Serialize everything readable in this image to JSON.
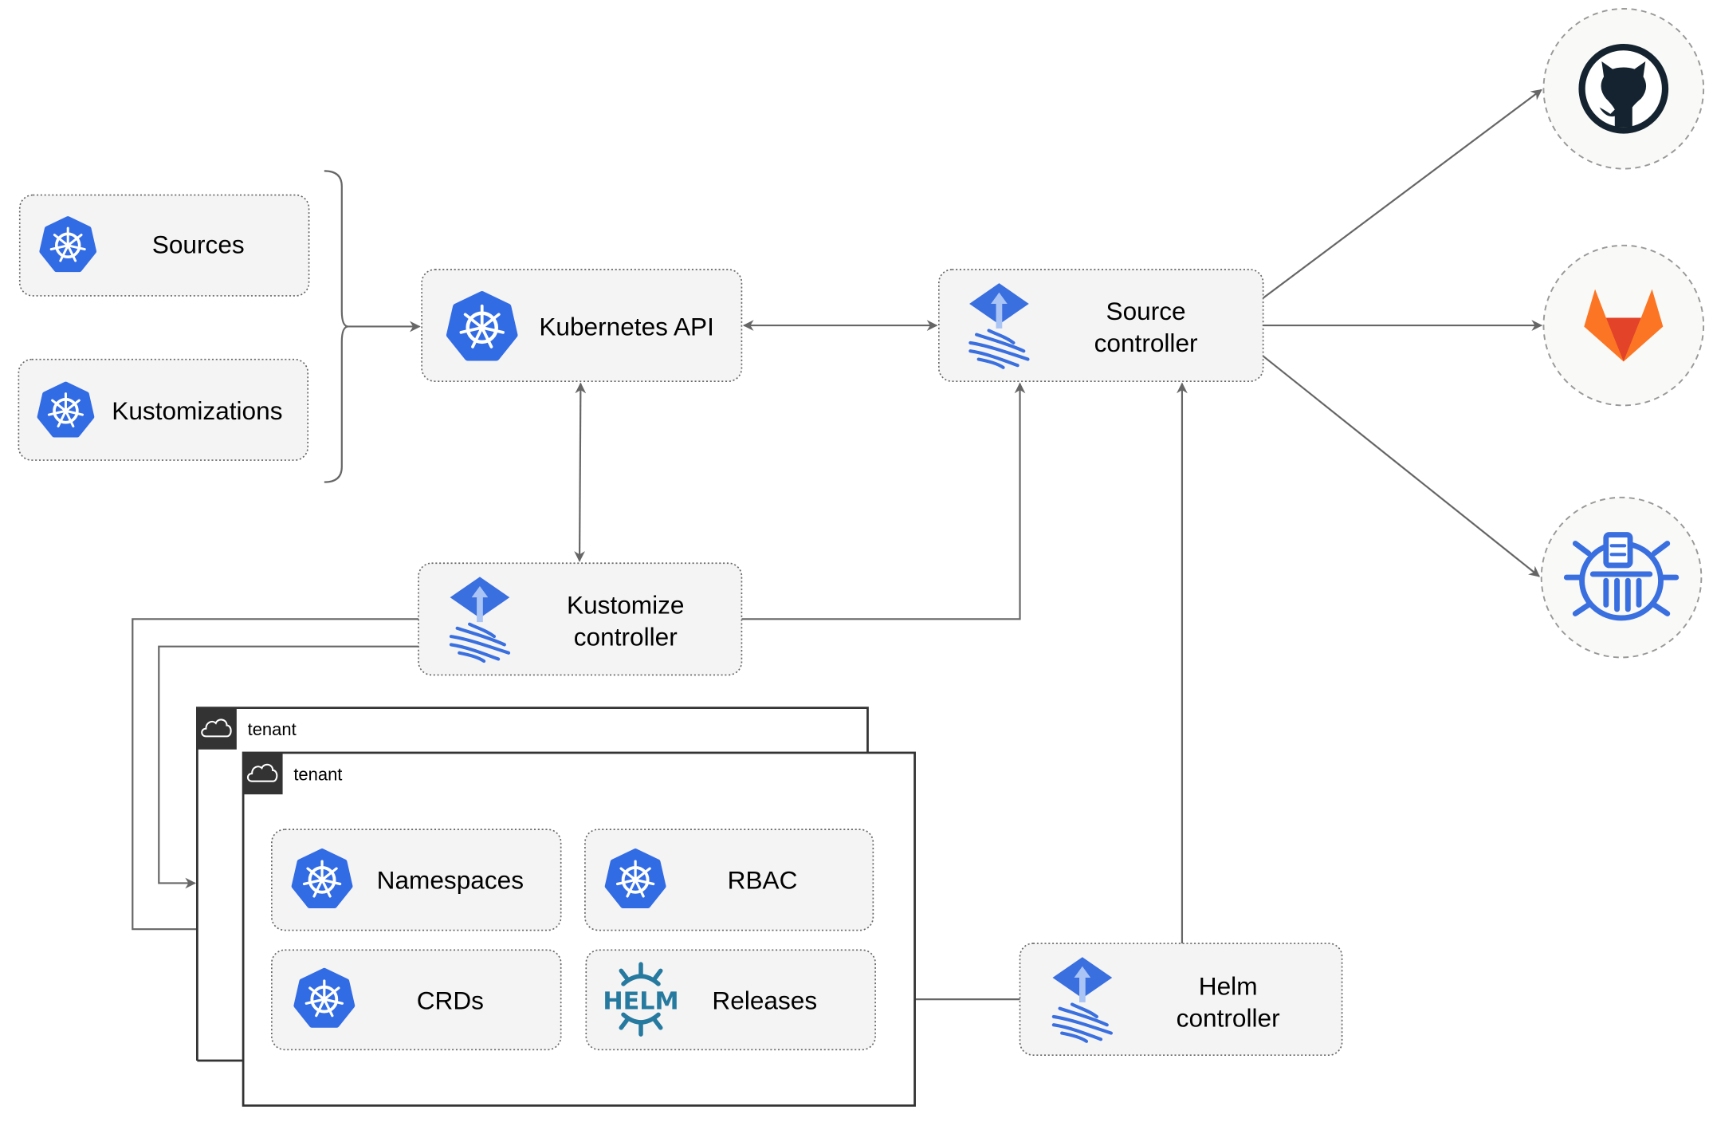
{
  "colors": {
    "kubernetes_blue": "#326ce5",
    "flux_blue": "#3a6fe0",
    "helm_teal": "#277a9f",
    "github_dark": "#14232f",
    "gitlab_orange": "#e24329",
    "gitlab_light": "#fca326",
    "edge_gray": "#666666",
    "box_fill": "#f4f4f4",
    "tenant_header": "#333333"
  },
  "nodes": {
    "sources": {
      "label": "Sources",
      "icon": "kubernetes-icon"
    },
    "kustomizations": {
      "label": "Kustomizations",
      "icon": "kubernetes-icon"
    },
    "kubernetes_api": {
      "label": "Kubernetes API",
      "icon": "kubernetes-icon"
    },
    "source_controller": {
      "line1": "Source",
      "line2": "controller",
      "icon": "flux-icon"
    },
    "kustomize_controller": {
      "line1": "Kustomize",
      "line2": "controller",
      "icon": "flux-icon"
    },
    "helm_controller": {
      "line1": "Helm",
      "line2": "controller",
      "icon": "flux-icon"
    },
    "github": {
      "icon": "github-icon"
    },
    "gitlab": {
      "icon": "gitlab-icon"
    },
    "bucket": {
      "icon": "bucket-icon"
    }
  },
  "tenants": [
    {
      "label": "tenant",
      "icon": "cloud-icon"
    },
    {
      "label": "tenant",
      "icon": "cloud-icon",
      "resources": [
        {
          "label": "Namespaces",
          "icon": "kubernetes-icon"
        },
        {
          "label": "RBAC",
          "icon": "kubernetes-icon"
        },
        {
          "label": "CRDs",
          "icon": "kubernetes-icon"
        },
        {
          "label": "Releases",
          "icon": "helm-icon",
          "icon_text": "HELM"
        }
      ]
    }
  ]
}
